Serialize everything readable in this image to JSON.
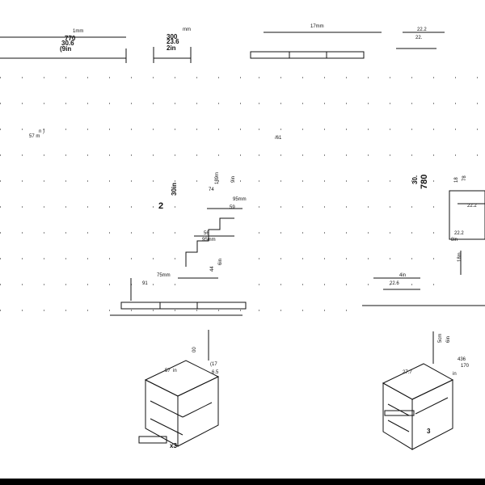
{
  "drawing": {
    "top_left": {
      "dim_top": "1mm",
      "dim_mm": "770",
      "dim_in": "30.6",
      "dim_in_sub": "(9in"
    },
    "top_mid": {
      "dim_top": "mm",
      "dim_mm": "300",
      "dim_in": "23.6",
      "dim_in_sub": "2in"
    },
    "top_right": {
      "dim_top": "17mm",
      "dim_right_a": "22.2",
      "dim_right_b": "22."
    },
    "left_column": {
      "small_a": "57 m",
      "small_b": "n )",
      "vertical": "2",
      "vertical_in": "30in",
      "mid_a": "74",
      "mid_b": "189m",
      "mid_c": "9in",
      "step_a": "95mm",
      "step_b": "59",
      "step_c": "56",
      "step_d": "95mm",
      "step_e": "44",
      "step_f": "6in",
      "bottom_a": "75mm",
      "bottom_b": "91"
    },
    "right_column": {
      "small_a": "/61",
      "vertical_mm": "780",
      "vertical_in": "30.",
      "side_a": "78",
      "side_b": "18",
      "side_c": "22.2",
      "side_d": "8in",
      "side_e": "22.2",
      "side_f": "18m",
      "side_g": "4in",
      "side_h": "22.6"
    },
    "iso_left": {
      "dim_a": "00",
      "dim_b": "57",
      "dim_c": "(17",
      "dim_d": "in",
      "dim_e": "6.5",
      "qty": "x3"
    },
    "iso_right": {
      "dim_a": "5cm",
      "dim_b": "6in",
      "dim_c": "27.7",
      "dim_d": "436",
      "dim_e": "170",
      "dim_f": "in",
      "qty": "3"
    }
  }
}
